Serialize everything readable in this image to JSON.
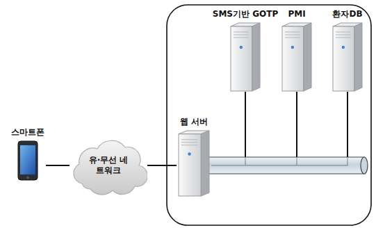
{
  "diagram": {
    "nodes": [
      {
        "text": [
          "스마트폰"
        ]
      },
      {
        "text": [
          "유·무선 네트워크"
        ]
      },
      {
        "text": [
          "웹 서버"
        ]
      },
      {
        "text": [
          "SMS기반 GOTP"
        ]
      },
      {
        "text": [
          "PMI"
        ]
      },
      {
        "text": [
          "환자DB"
        ]
      }
    ],
    "edges": [
      {
        "from": 0,
        "to": 1,
        "arrow": "none"
      },
      {
        "from": 1,
        "to": 2,
        "arrow": "none"
      },
      {
        "from": 2,
        "to": 3,
        "arrow": "none"
      },
      {
        "from": 2,
        "to": 4,
        "arrow": "none"
      },
      {
        "from": 2,
        "to": 5,
        "arrow": "none"
      }
    ]
  }
}
